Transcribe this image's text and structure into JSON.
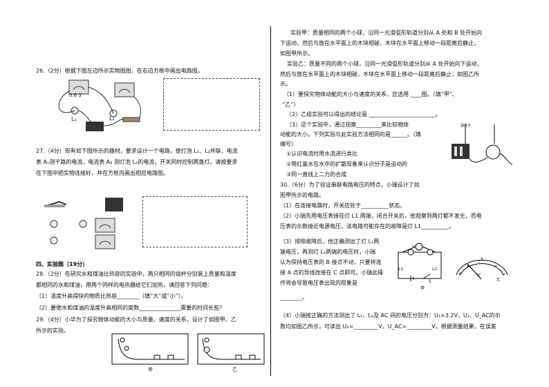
{
  "left": {
    "q26": "26.（2分）根据下图左边所示实物图图，在右边方框中画出电路图。",
    "q26_fig_label": "0.6 3",
    "q26_bulb1": "L₁",
    "q26_bulb2": "L₂",
    "q27_l1": "27.（4分）现有如下图所示的器材，要求设计一个电路，使灯泡 L₁、L₂并联，电流",
    "q27_l2": "表 A₁测干路的电流，电流表 A₂ 测灯泡 L₂的电流，开关同时控制两盏灯。请按要求",
    "q27_l3": "在下图中把实物连接好，并在方框内画出相应电路图。",
    "section4": "四、实验题（19分）",
    "q28_l1": "28.（2分）在研究水和煤油比热容的实验中，两只相同的烧杯分别装上质量和温度",
    "q28_l2": "都相同的水和煤油，用两个同样的电热器给它们加热，请回答下列问题：",
    "q28_1": "（1）温度升高得快的物质比热容________（填“大”或“小”）。",
    "q28_2": "（2）要使水和煤油的温度升高相同的度数_______________需要的时间长些？",
    "q29_l1": "29.（4分）小华为了探究物体动能的大小与质量、速度的关系，设计了如图甲、乙",
    "q29_l2": "所示的实验。",
    "fig_jia": "甲",
    "fig_yi": "乙"
  },
  "right": {
    "exp_jia_l1": "实验甲：质量相同的两个小球，沿同一光滑弧形轨道分别从 A 处和 B 处开始向",
    "exp_jia_l2": "下运动，然后与放在水平面上的木块相碰，木块在水平面上移动一段距离后静止，",
    "exp_jia_l3": "如图甲所示。",
    "exp_yi_l1": "实验乙：质量不同的两个小球，沿同一光滑弧形轨道分别从 A 处开始向下运动，",
    "exp_yi_l2": "然后与放在水平面上的木块相碰，木块在水平面上移动一段距离后静止，如图乙所",
    "exp_yi_l3": "示。",
    "q29_1a": "（1）要探究物体动能的大小与速度的关系，应选用 ____图。（填“甲”、",
    "q29_1b": "“乙”）",
    "q29_2": "（2）乙组实验可以得出的结论是 ________________________。",
    "q29_3a": "（3）这个实验中，通过观察_________来比较物体",
    "q29_3b": "动能的大小。下列实验与此实验方法相同的是______。（填",
    "q29_3c": "编号）",
    "opt1": "①认识电流时用水流进行类比",
    "opt2": "②用红墨水在水中的扩散现象来认识分子是运动的",
    "opt3": "③同一直线上二力的合成",
    "q30_l1": "30.（6分）为了验证串联电路电压的特点，小瑞设计了如",
    "q30_l2": "图甲所示的电路。",
    "q30_1": "（1）在连接电路时，开关应处于__________状态。",
    "q30_2a": "（2）小瑞先用电压表接在灯 L1 两端，闭合开关后，他观察到两灯都不发光，而电",
    "q30_2b": "压表的示数接近电源电压，该电路可能存在的故障是灯 L1__________。",
    "q30_3a": "（3）排除故障后，他正确测出了灯 L₁两",
    "q30_3b": "端电压，再测灯 L₂两端的电压时，小瑞",
    "q30_3c": "认为保持电压表的 B 接点不动，只要将连",
    "q30_3d": "接 A 点的导线改接在 C 点即可。小瑞此操",
    "q30_3e": "作将会导致电压表出现的现象是",
    "q30_3f": "________。",
    "q30_4a": "（4）小瑞按正确的方法测出了 L₁、L₂及 AC 间的电压分别为：U₁=3.2V，U₂、U_AC的示",
    "q30_4b": "数均如图乙所示，可读出 U₂=_________V，U_AC=_________V，根据测量结果，在误差",
    "fig_thermo": "温度计",
    "fig_jia": "甲",
    "fig_yi": "乙",
    "meter_v": "V",
    "fig_L1": "L1",
    "fig_L2": "L2",
    "fig_S": "S"
  }
}
